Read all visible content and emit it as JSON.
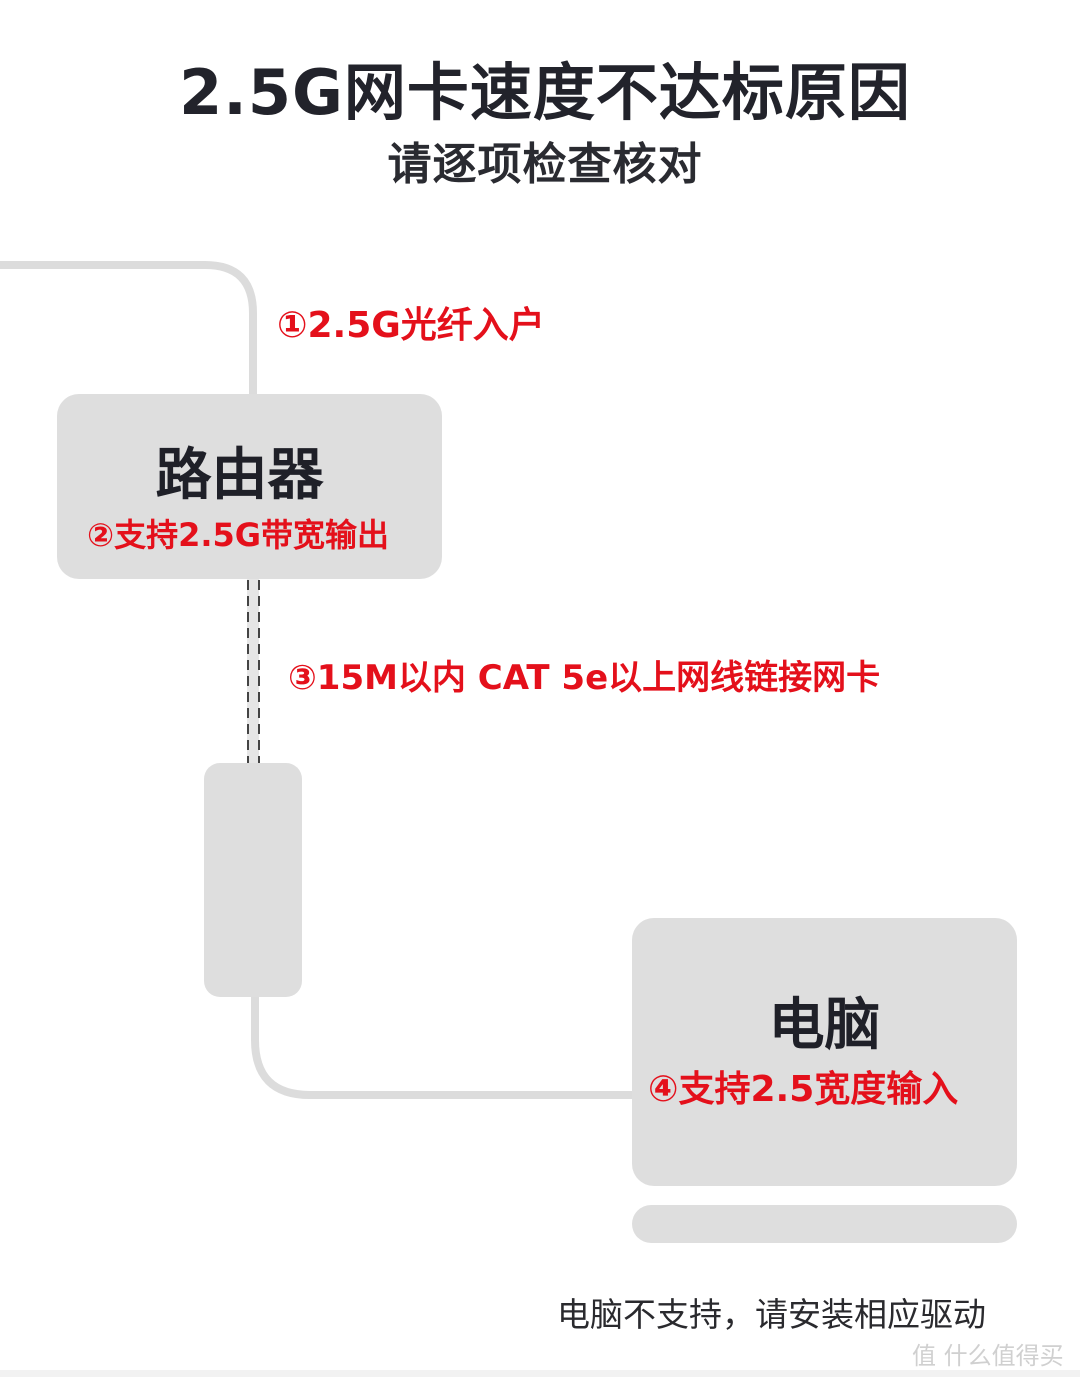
{
  "header": {
    "title": "2.5G网卡速度不达标原因",
    "subtitle": "请逐项检查核对"
  },
  "steps": [
    {
      "id": 1,
      "label": "①2.5G光纤入户"
    },
    {
      "id": 2,
      "label": "②支持2.5G带宽输出"
    },
    {
      "id": 3,
      "label": "③15M以内 CAT 5e以上网线链接网卡"
    },
    {
      "id": 4,
      "label": "④支持2.5宽度输入"
    }
  ],
  "nodes": {
    "router": {
      "label": "路由器"
    },
    "nic": {
      "label": ""
    },
    "computer": {
      "label": "电脑"
    }
  },
  "footer": {
    "note": "电脑不支持，请安装相应驱动",
    "watermark": "值 什么值得买"
  },
  "colors": {
    "accent_red": "#e4101b",
    "box_gray": "#dedede",
    "line_gray": "#dcdcdc",
    "text_dark": "#22232b"
  }
}
